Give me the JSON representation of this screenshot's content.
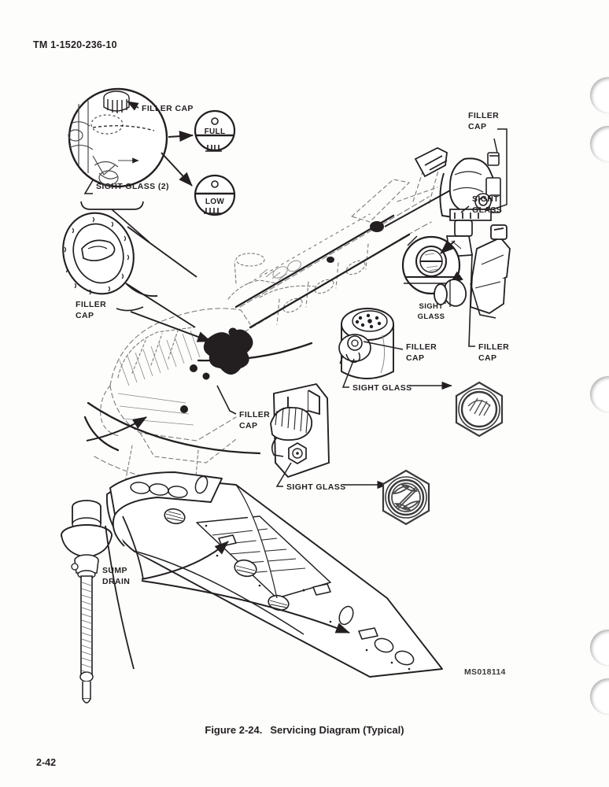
{
  "document": {
    "tm_number": "TM 1-1520-236-10",
    "page_number": "2-42",
    "drawing_number": "MS018114"
  },
  "figure": {
    "caption_number": "Figure 2-24.",
    "caption_title": "Servicing Diagram (Typical)",
    "callouts": {
      "detail_filler_cap": "FILLER CAP",
      "detail_sight_glass_2": "SIGHT GLASS (2)",
      "gauge_full": "FULL",
      "gauge_low": "LOW",
      "tailrotor_filler_cap_l1": "FILLER",
      "tailrotor_filler_cap_l2": "CAP",
      "tailrotor_sight_glass_l1": "SIGHT",
      "tailrotor_sight_glass_l2": "GLASS",
      "left_filler_cap_l1": "FILLER",
      "left_filler_cap_l2": "CAP",
      "mid_sight_glass_l1": "SIGHT",
      "mid_sight_glass_l2": "GLASS",
      "mid_filler_cap_l1": "FILLER",
      "mid_filler_cap_l2": "CAP",
      "tank_filler_cap_l1": "FILLER",
      "tank_filler_cap_l2": "CAP",
      "tank_sight_glass": "SIGHT GLASS",
      "lower_filler_cap_l1": "FILLER",
      "lower_filler_cap_l2": "CAP",
      "lower_sight_glass": "SIGHT GLASS",
      "sump_drain_l1": "SUMP",
      "sump_drain_l2": "DRAIN"
    }
  },
  "colors": {
    "ink": "#231f20",
    "page": "#fdfdfc",
    "light_line": "#6f6f6f"
  }
}
